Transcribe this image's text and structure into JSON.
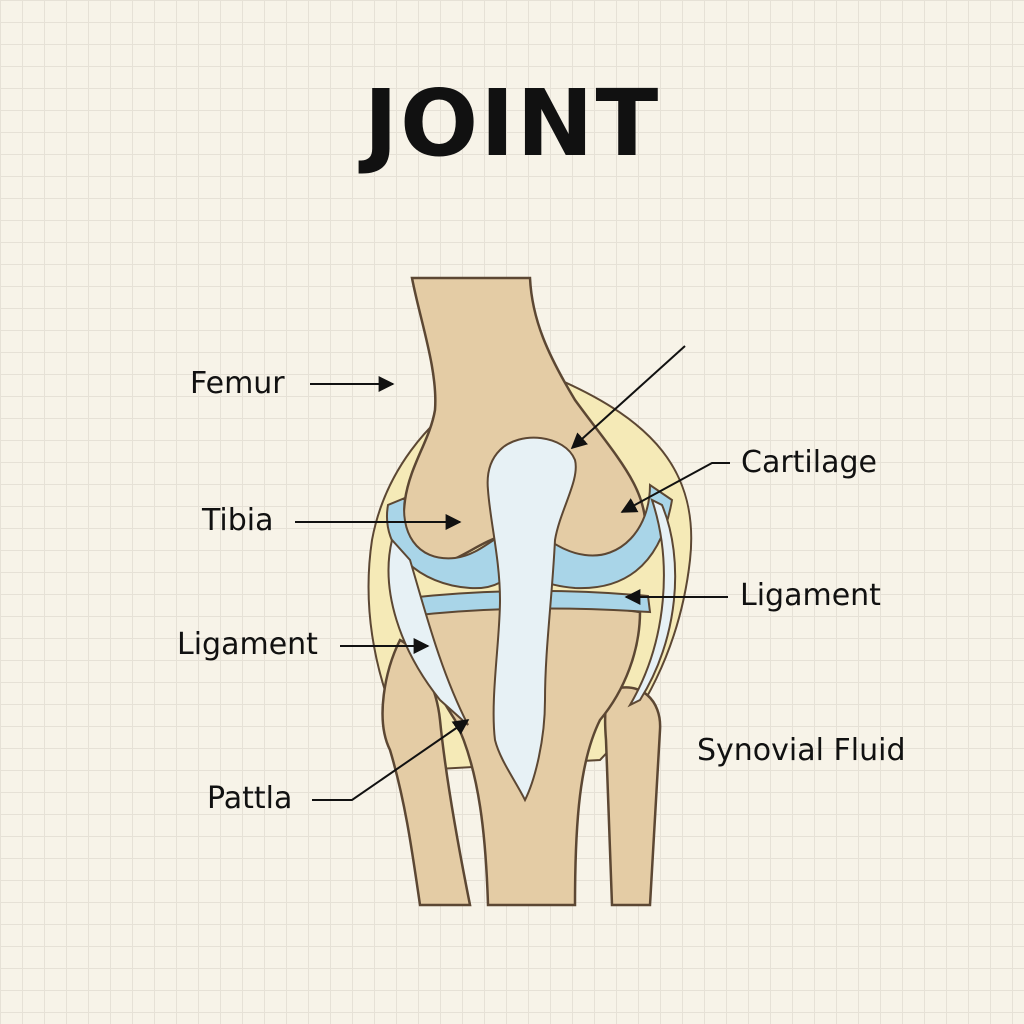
{
  "title": "JOINT",
  "labels": {
    "femur": "Femur",
    "tibia": "Tibia",
    "ligament_left": "Ligament",
    "patella": "Pattla",
    "cartilage": "Cartilage",
    "ligament_right": "Ligament",
    "synovial_fluid": "Synovial Fluid"
  },
  "colors": {
    "bone": "#e4cca5",
    "bone_outline": "#5c4733",
    "cartilage": "#a9d5e8",
    "synovial": "#f5eab7",
    "ligament": "#e7f1f5",
    "background": "#f7f3e8"
  }
}
